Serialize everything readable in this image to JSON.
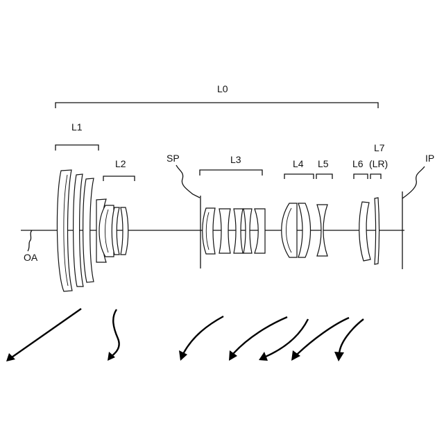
{
  "labels": {
    "system": "L0",
    "g1": "L1",
    "g2": "L2",
    "stop": "SP",
    "g3": "L3",
    "g4": "L4",
    "g5": "L5",
    "g6": "L6",
    "g7": "L7",
    "g7_alt": "(LR)",
    "image_plane": "IP",
    "optical_axis": "OA"
  }
}
